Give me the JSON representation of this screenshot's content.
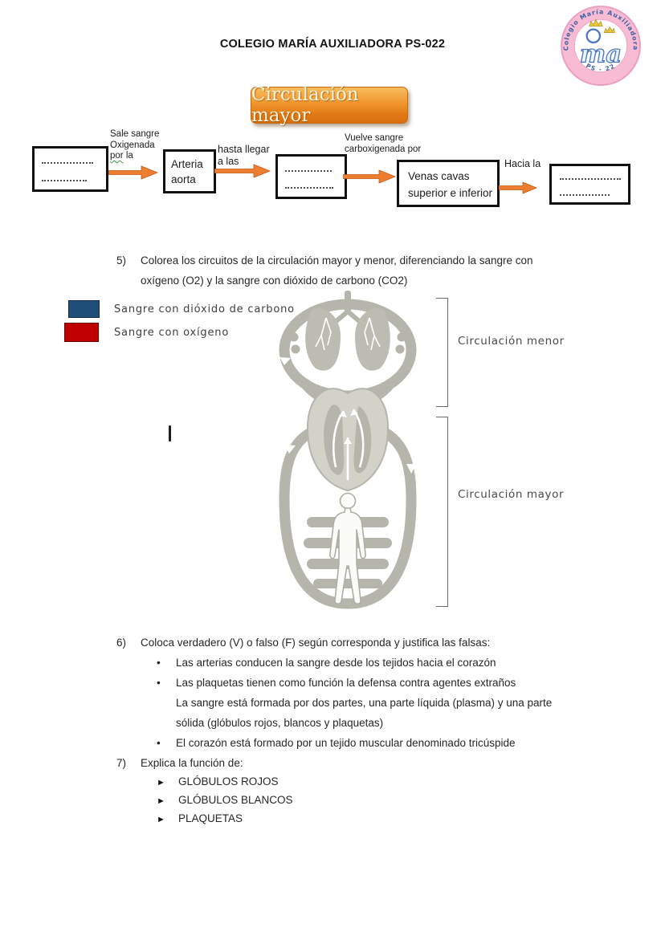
{
  "header": {
    "title": "COLEGIO MARÍA AUXILIADORA PS-022"
  },
  "logo": {
    "ring_text": "Colegio María Auxiliadora",
    "bottom_text": "PS - 22",
    "monogram": "ma",
    "ring_color": "#f7bcd3",
    "text_color": "#3b5fa5"
  },
  "banner": {
    "label": "Circulación mayor",
    "color": "#e8851f"
  },
  "flow": {
    "label_sale": {
      "line1": "Sale sangre",
      "line2": "Oxigenada",
      "word_underlined": "por",
      "word_rest": " la"
    },
    "box_arteria": "Arteria aorta",
    "label_hasta": {
      "line1": "hasta llegar",
      "line2": "a las"
    },
    "label_vuelve": {
      "line1": "Vuelve sangre",
      "line2": "carboxigenada por"
    },
    "box_venas": "Venas cavas superior e inferior",
    "label_hacia": "Hacia la",
    "arrow_color": "#ed7d31"
  },
  "q5": {
    "num": "5)",
    "text": "Colorea los circuitos de la circulación mayor y menor, diferenciando la sangre con oxígeno (O2) y la sangre con dióxido de carbono (CO2)"
  },
  "legend": {
    "co2": {
      "label": "Sangre con dióxido de carbono",
      "color": "#1f4e79"
    },
    "o2": {
      "label": "Sangre con oxígeno",
      "color": "#c00000"
    }
  },
  "diagram": {
    "label_menor": "Circulación menor",
    "label_mayor": "Circulación mayor",
    "art_color": "#b5b5ab"
  },
  "q6": {
    "num": "6)",
    "text": "Coloca verdadero (V) o falso (F) según corresponda y justifica las falsas:",
    "items": [
      {
        "marker": "•",
        "text": "Las arterias conducen la sangre desde los tejidos hacia el corazón"
      },
      {
        "marker": "•",
        "text": "Las plaquetas tienen como función la defensa contra agentes extraños"
      },
      {
        "marker": "",
        "text": "La sangre está formada por dos partes, una parte líquida (plasma) y una parte sólida (glóbulos rojos, blancos y plaquetas)"
      },
      {
        "marker": "•",
        "text": "El corazón está formado por un tejido muscular denominado tricúspide"
      }
    ]
  },
  "q7": {
    "num": "7)",
    "text": "Explica la función de:",
    "marker": "►",
    "items": [
      {
        "text": "GLÓBULOS ROJOS"
      },
      {
        "text": "GLÓBULOS BLANCOS"
      },
      {
        "text": "PLAQUETAS"
      }
    ]
  }
}
